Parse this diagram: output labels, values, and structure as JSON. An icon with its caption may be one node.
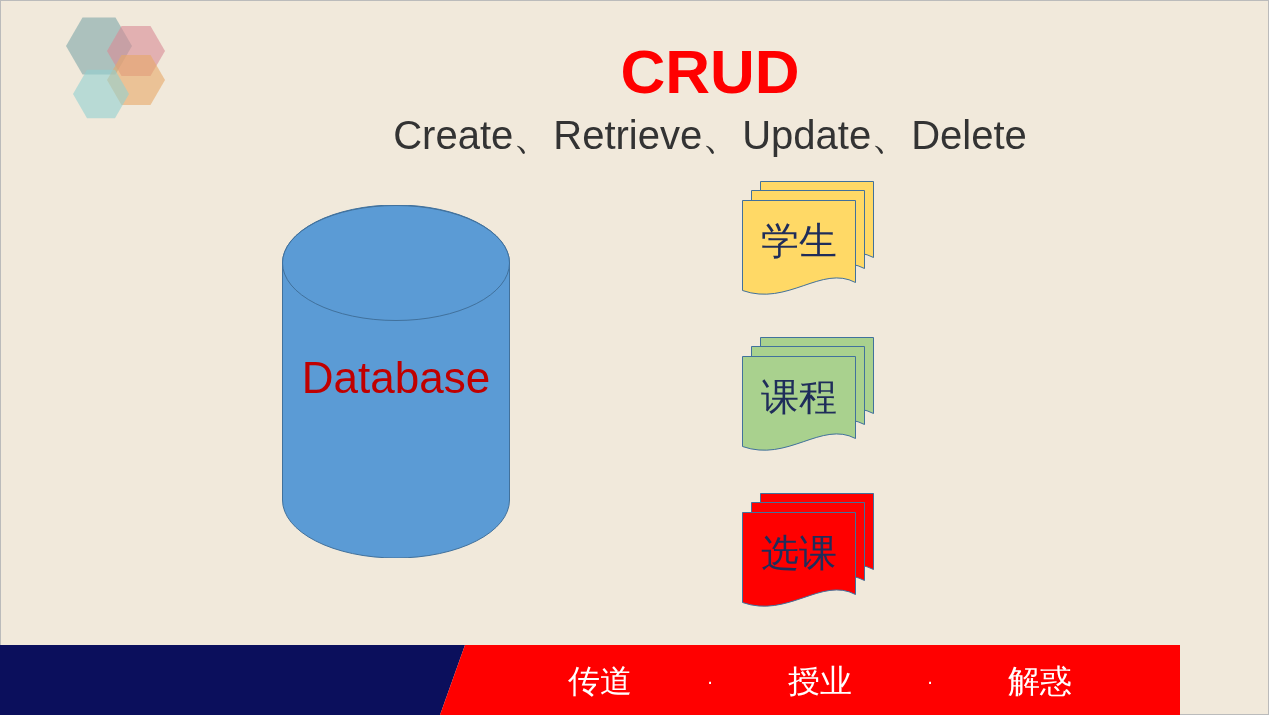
{
  "diagram": {
    "title": "CRUD",
    "nodes": [
      {
        "text": [
          "Database"
        ]
      },
      {
        "text": [
          "学生"
        ]
      },
      {
        "text": [
          "课程"
        ]
      },
      {
        "text": [
          "选课"
        ]
      }
    ],
    "labels": [
      "Create、Retrieve、Update、Delete",
      "传道",
      "·",
      "授业",
      "·",
      "解惑"
    ]
  }
}
